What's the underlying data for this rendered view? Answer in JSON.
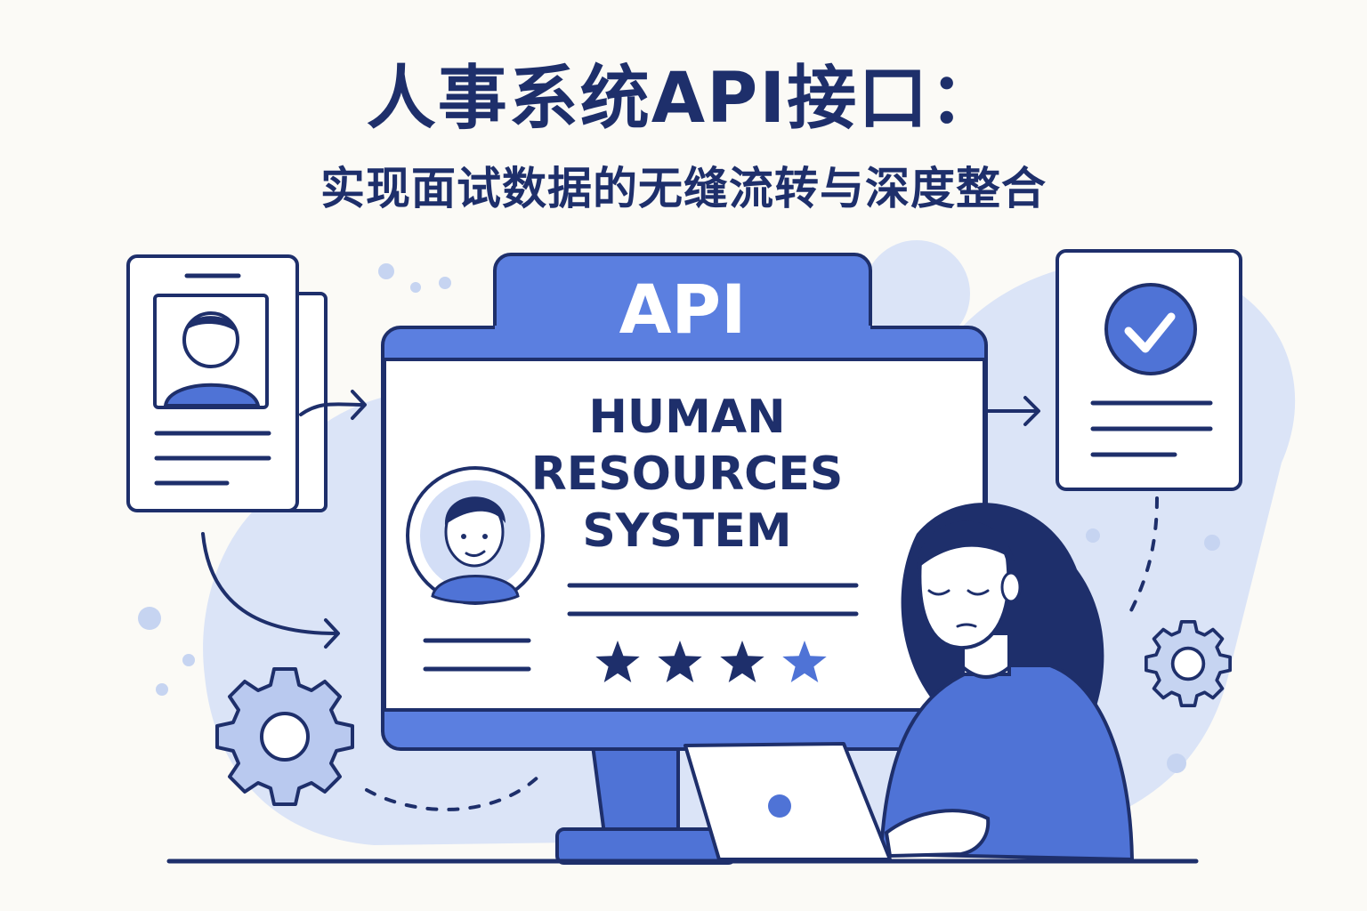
{
  "header": {
    "title": "人事系统API接口：",
    "subtitle": "实现面试数据的无缝流转与深度整合"
  },
  "monitor": {
    "tab_label": "API",
    "system_lines": [
      "HUMAN",
      "RESOURCES",
      "SYSTEM"
    ]
  },
  "rating": {
    "filled": 3,
    "partial": 1,
    "total": 4
  },
  "colors": {
    "navy": "#1e2f6b",
    "blue": "#4f73d6",
    "blue_mid": "#5b7fe0",
    "blue_light": "#d3def6",
    "paper": "#ffffff",
    "background": "#fbfaf6"
  },
  "icons": [
    "profile-card-icon",
    "person-avatar-icon",
    "check-document-icon",
    "checkmark-icon",
    "gear-icon",
    "star-icon",
    "laptop-icon",
    "arrow-icon"
  ]
}
